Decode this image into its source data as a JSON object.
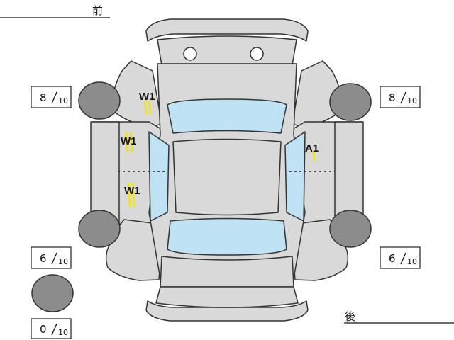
{
  "header": {
    "front_label": "前",
    "rear_label": "後"
  },
  "tires": {
    "front_left": {
      "value": "8",
      "max": "10"
    },
    "front_right": {
      "value": "8",
      "max": "10"
    },
    "rear_left": {
      "value": "6",
      "max": "10"
    },
    "rear_right": {
      "value": "6",
      "max": "10"
    },
    "spare": {
      "value": "0",
      "max": "10"
    }
  },
  "damage_marks": [
    {
      "code": "W1"
    },
    {
      "code": "W1"
    },
    {
      "code": "W1"
    },
    {
      "code": "A1"
    }
  ],
  "colors": {
    "body": "#d9d9d9",
    "glass": "#bfe3f4",
    "tire": "#8c8c8c",
    "mark": "#f2e600"
  }
}
